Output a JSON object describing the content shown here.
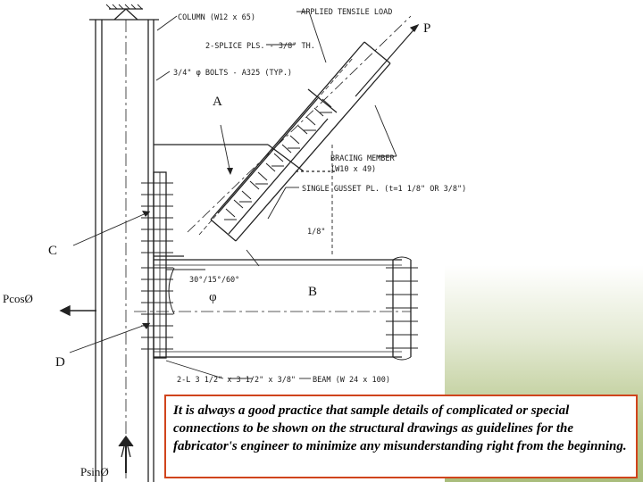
{
  "labels": {
    "column": "COLUMN (W12 x 65)",
    "applied_load": "APPLIED TENSILE LOAD",
    "p": "P",
    "splice": "2-SPLICE PLS. - 3/8\" TH.",
    "bolts": "3/4\" φ BOLTS - A325 (TYP.)",
    "a": "A",
    "bracing1": "BRACING MEMBER",
    "bracing2": "(W10 x 49)",
    "gusset": "SINGLE GUSSET PL. (t=1 1/8\" OR 3/8\")",
    "weld": "1/8\"",
    "c": "C",
    "angle": "30°/15°/60°",
    "phi": "φ",
    "b": "B",
    "pcos": "PcosØ",
    "d": "D",
    "angles": "2-L 3 1/2\" x 3 1/2\" x 3/8\"",
    "beam": "BEAM (W 24 x 100)",
    "psin": "PsinØ"
  },
  "caption": "It is always a good practice that sample details of complicated or special connections to be shown on the structural drawings as guidelines for the fabricator's engineer to minimize any misunderstanding right from the beginning.",
  "colors": {
    "caption_border": "#d0441c",
    "gradient_green": "#a9bd7c"
  }
}
